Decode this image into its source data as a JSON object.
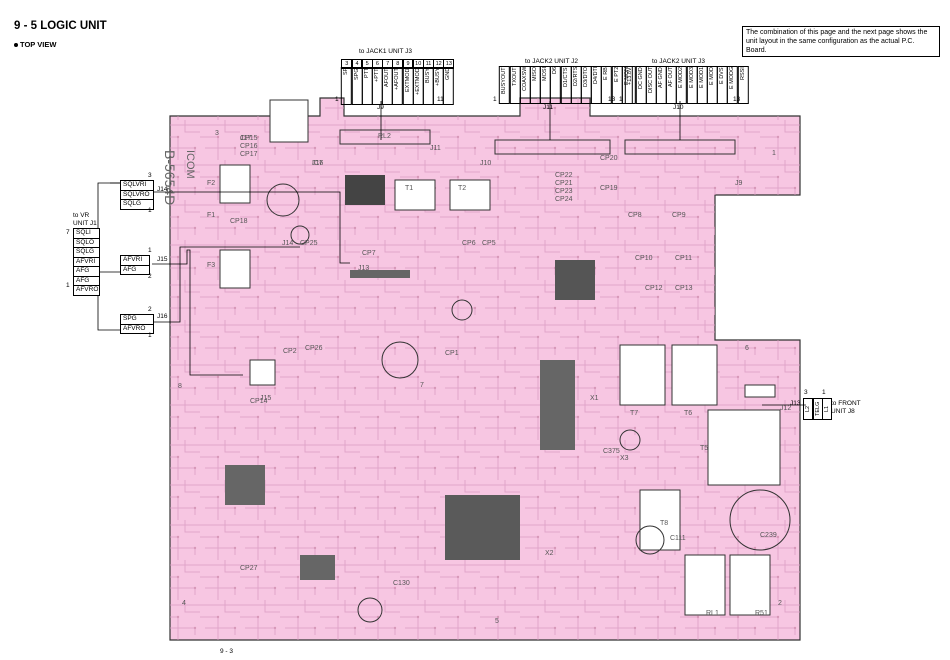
{
  "header": {
    "title": "9 - 5 LOGIC UNIT",
    "view": "TOP VIEW",
    "note": "The combination of this page and the next page shows the unit layout in the same configuration as the actual P.C. Board.",
    "page_number": "9 - 3"
  },
  "j9": {
    "caption": "to JACK1 UNIT J3",
    "ref": "J9",
    "pin_numbers": [
      "3",
      "4",
      "5",
      "6",
      "7",
      "8",
      "9",
      "10",
      "11",
      "12",
      "13"
    ],
    "signals": [
      "SP",
      "SPG",
      "PTT",
      "+PTT",
      "AFOUT",
      "+AFOUT",
      "EXTMOD",
      "+EXTMOD",
      "BUSY",
      "+BUSY",
      "GND"
    ],
    "end_left": "1",
    "end_right": "11"
  },
  "j11": {
    "caption": "to JACK2 UNIT J2",
    "ref": "J11",
    "signals": [
      "BUSYOUT",
      "TXOUT",
      "COAXSW",
      "MISO",
      "MOSI",
      "D6",
      "D1/CTS",
      "D2/RTS",
      "D3/DTO",
      "D4/DTI",
      "E RB",
      "E PT2",
      "E MON"
    ],
    "end_left": "1",
    "end_right": "13"
  },
  "j10": {
    "caption": "to JACK2 UNIT J3",
    "ref": "J10",
    "signals": [
      "+13.8V",
      "DC GND",
      "DISC OUT",
      "AF GND",
      "AF OUT",
      "E MOD2",
      "E MOD3",
      "E MOD1",
      "E MOD",
      "E DVS",
      "E MODG",
      "RSSI"
    ],
    "end_left": "1",
    "end_right": "13"
  },
  "j1": {
    "caption_line1": "to VR",
    "caption_line2": "UNIT J1",
    "signals": [
      "SQLI",
      "SQLO",
      "SQLG",
      "AFVRI",
      "AFG",
      "AFG",
      "AFVRO"
    ],
    "pin_top": "7",
    "pin_bottom": "1"
  },
  "j14": {
    "ref": "J14",
    "signals": [
      "SQLVRI",
      "SQLVRO",
      "SQLG"
    ],
    "pin_top": "3",
    "pin_bottom": "1"
  },
  "j15": {
    "ref": "J15",
    "signals": [
      "AFVRI",
      "AFG"
    ],
    "pin_top": "1",
    "pin_bottom": "2"
  },
  "j16": {
    "ref": "J16",
    "signals": [
      "SPG",
      "AFVRO"
    ],
    "pin_top": "2",
    "pin_bottom": "1"
  },
  "j13": {
    "ref": "J13",
    "caption_line1": "to FRONT",
    "caption_line2": "UNIT J8",
    "signals": [
      "L2",
      "TELG",
      "L1"
    ],
    "pin_left": "3",
    "pin_right": "1"
  },
  "silkscreen": {
    "board_name": "B-5654D",
    "brand": "ICOM",
    "labels": [
      "CP15",
      "CP16",
      "CP17",
      "IC7",
      "F2",
      "F1",
      "F3",
      "CP18",
      "CP19",
      "CP20",
      "CP21",
      "CP22",
      "CP23",
      "CP24",
      "CP25",
      "CP26",
      "CP1",
      "CP2",
      "CP5",
      "CP6",
      "CP7",
      "CP8",
      "CP9",
      "CP10",
      "CP11",
      "CP12",
      "CP13",
      "CP14",
      "CP27",
      "T1",
      "T2",
      "T5",
      "T6",
      "T7",
      "T8",
      "X1",
      "X2",
      "X3",
      "C111",
      "C130",
      "C239",
      "C375",
      "R51",
      "RL1",
      "RL2",
      "J9",
      "J10",
      "J11",
      "J12",
      "J13",
      "J14",
      "J15",
      "J16",
      "J17"
    ],
    "corner_numbers": [
      "1",
      "2",
      "3",
      "4",
      "5",
      "6",
      "7",
      "8"
    ]
  },
  "colors": {
    "board": "#f7c6e2",
    "trace": "#b58aa6",
    "component": "#3a3a3a",
    "line": "#000000"
  }
}
